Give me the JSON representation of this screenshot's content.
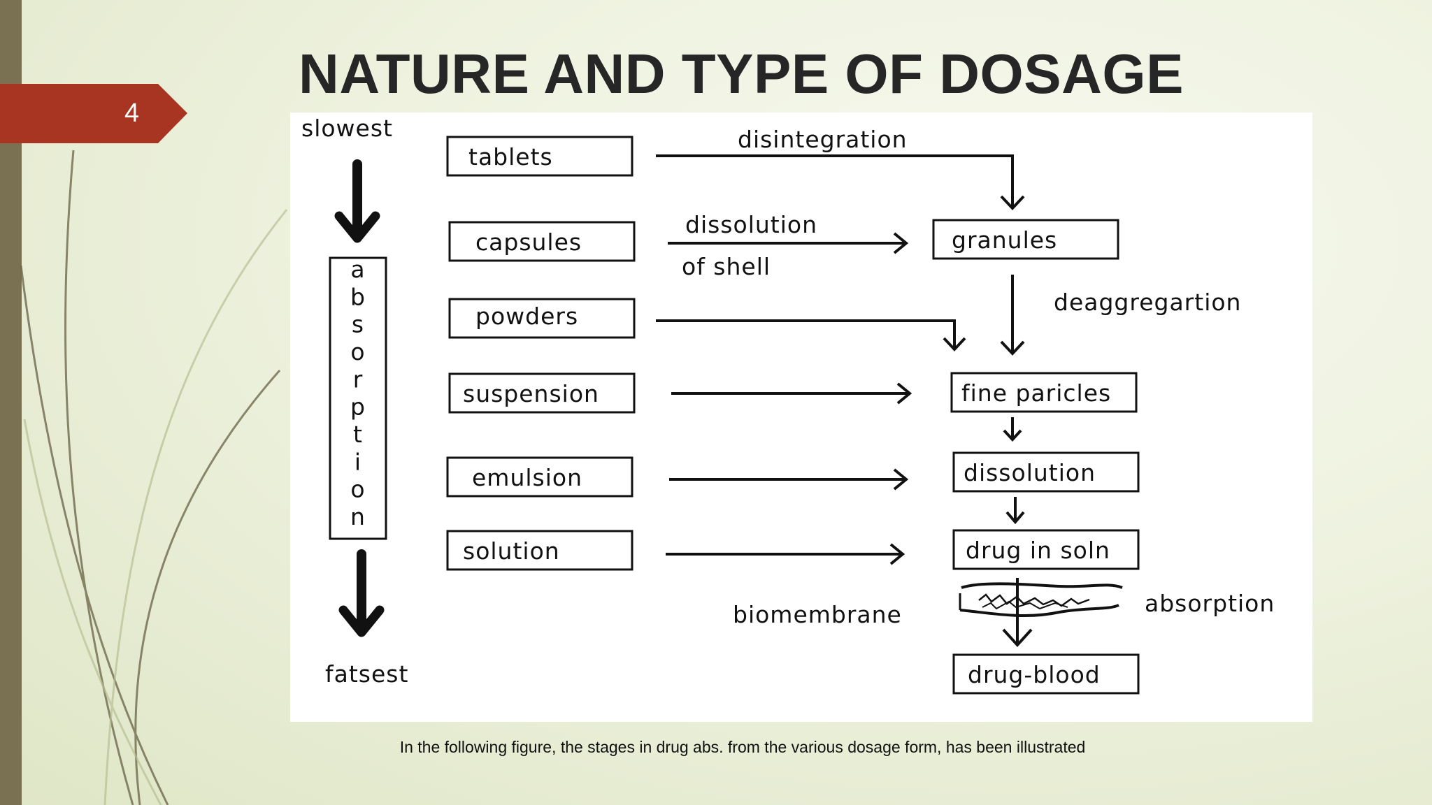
{
  "slide": {
    "number": "4",
    "title": "NATURE AND TYPE OF DOSAGE",
    "caption": "In the following figure, the stages in drug abs. from the various dosage form, has been illustrated"
  },
  "diagram": {
    "speed_top": "slowest",
    "speed_bottom": "fatsest",
    "absorption_letters": [
      "a",
      "b",
      "s",
      "o",
      "r",
      "p",
      "t",
      "i",
      "o",
      "n"
    ],
    "dosage_forms": [
      "tablets",
      "capsules",
      "powders",
      "suspension",
      "emulsion",
      "solution"
    ],
    "stages": {
      "granules": "granules",
      "fine_particles": "fine paricles",
      "dissolution": "dissolution",
      "drug_in_soln": "drug in soln",
      "drug_blood": "drug-blood"
    },
    "processes": {
      "disintegration": "disintegration",
      "dissolution_line1": "dissolution",
      "dissolution_line2": "of shell",
      "deaggregation": "deaggregartion",
      "biomembrane": "biomembrane",
      "absorption": "absorption"
    }
  },
  "colors": {
    "accent": "#a83422",
    "sidebar": "#7a7152",
    "background": "#eef2df"
  }
}
